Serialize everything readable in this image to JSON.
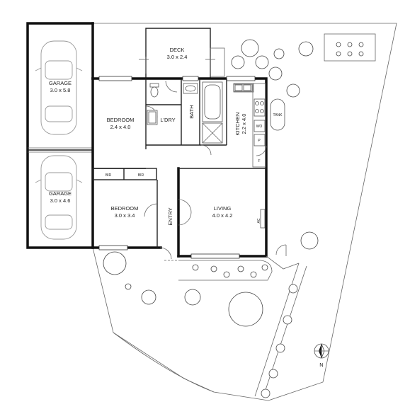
{
  "rooms": {
    "garage_top": {
      "name": "GARAGE",
      "dims": "3.0 x 5.8"
    },
    "garage_bottom": {
      "name": "GARAGE",
      "dims": "3.0 x 4.6"
    },
    "deck": {
      "name": "DECK",
      "dims": "3.0 x 2.4"
    },
    "bedroom_top": {
      "name": "BEDROOM",
      "dims": "2.4 x 4.0"
    },
    "bedroom_bottom": {
      "name": "BEDROOM",
      "dims": "3.0 x 3.4"
    },
    "laundry": {
      "name": "L'DRY"
    },
    "bath": {
      "name": "BATH"
    },
    "kitchen": {
      "name": "KITCHEN",
      "dims": "2.2 x 4.0"
    },
    "living": {
      "name": "LIVING",
      "dims": "4.0 x 4.2"
    },
    "entry": {
      "name": "ENTRY"
    }
  },
  "fixtures": {
    "bir_left": "BIR",
    "bir_right": "BIR",
    "tank": "TANK",
    "wo": "WO",
    "pantry": "P",
    "fridge": "F",
    "ac": "AC"
  },
  "compass": {
    "label": "N"
  }
}
